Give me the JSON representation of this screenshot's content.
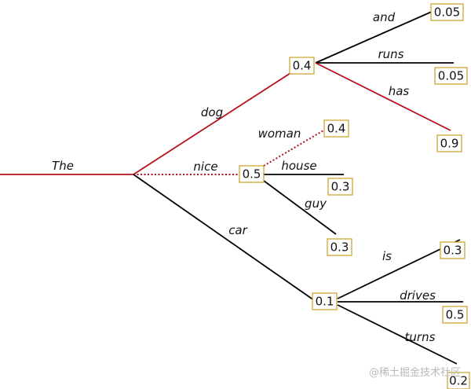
{
  "colors": {
    "highlight": "#b5121b",
    "normal": "#000000",
    "box_border": "#c9a227"
  },
  "edges": [
    {
      "id": "the",
      "label": "The",
      "style": "highlight"
    },
    {
      "id": "dog",
      "label": "dog",
      "style": "highlight"
    },
    {
      "id": "nice",
      "label": "nice",
      "style": "dotted"
    },
    {
      "id": "car",
      "label": "car",
      "style": "normal"
    },
    {
      "id": "and",
      "label": "and",
      "style": "normal"
    },
    {
      "id": "runs",
      "label": "runs",
      "style": "normal"
    },
    {
      "id": "has",
      "label": "has",
      "style": "highlight"
    },
    {
      "id": "woman",
      "label": "woman",
      "style": "dotted"
    },
    {
      "id": "house",
      "label": "house",
      "style": "normal"
    },
    {
      "id": "guy",
      "label": "guy",
      "style": "normal"
    },
    {
      "id": "is",
      "label": "is",
      "style": "normal"
    },
    {
      "id": "drives",
      "label": "drives",
      "style": "normal"
    },
    {
      "id": "turns",
      "label": "turns",
      "style": "normal"
    }
  ],
  "boxes": [
    {
      "id": "dog",
      "value": "0.4"
    },
    {
      "id": "nice",
      "value": "0.5"
    },
    {
      "id": "car",
      "value": "0.1"
    },
    {
      "id": "and",
      "value": "0.05"
    },
    {
      "id": "runs",
      "value": "0.05"
    },
    {
      "id": "has",
      "value": "0.9"
    },
    {
      "id": "woman",
      "value": "0.4"
    },
    {
      "id": "house",
      "value": "0.3"
    },
    {
      "id": "guy",
      "value": "0.3"
    },
    {
      "id": "is",
      "value": "0.3"
    },
    {
      "id": "drives",
      "value": "0.5"
    },
    {
      "id": "turns",
      "value": "0.2"
    }
  ],
  "watermark": "@稀土掘金技术社区"
}
